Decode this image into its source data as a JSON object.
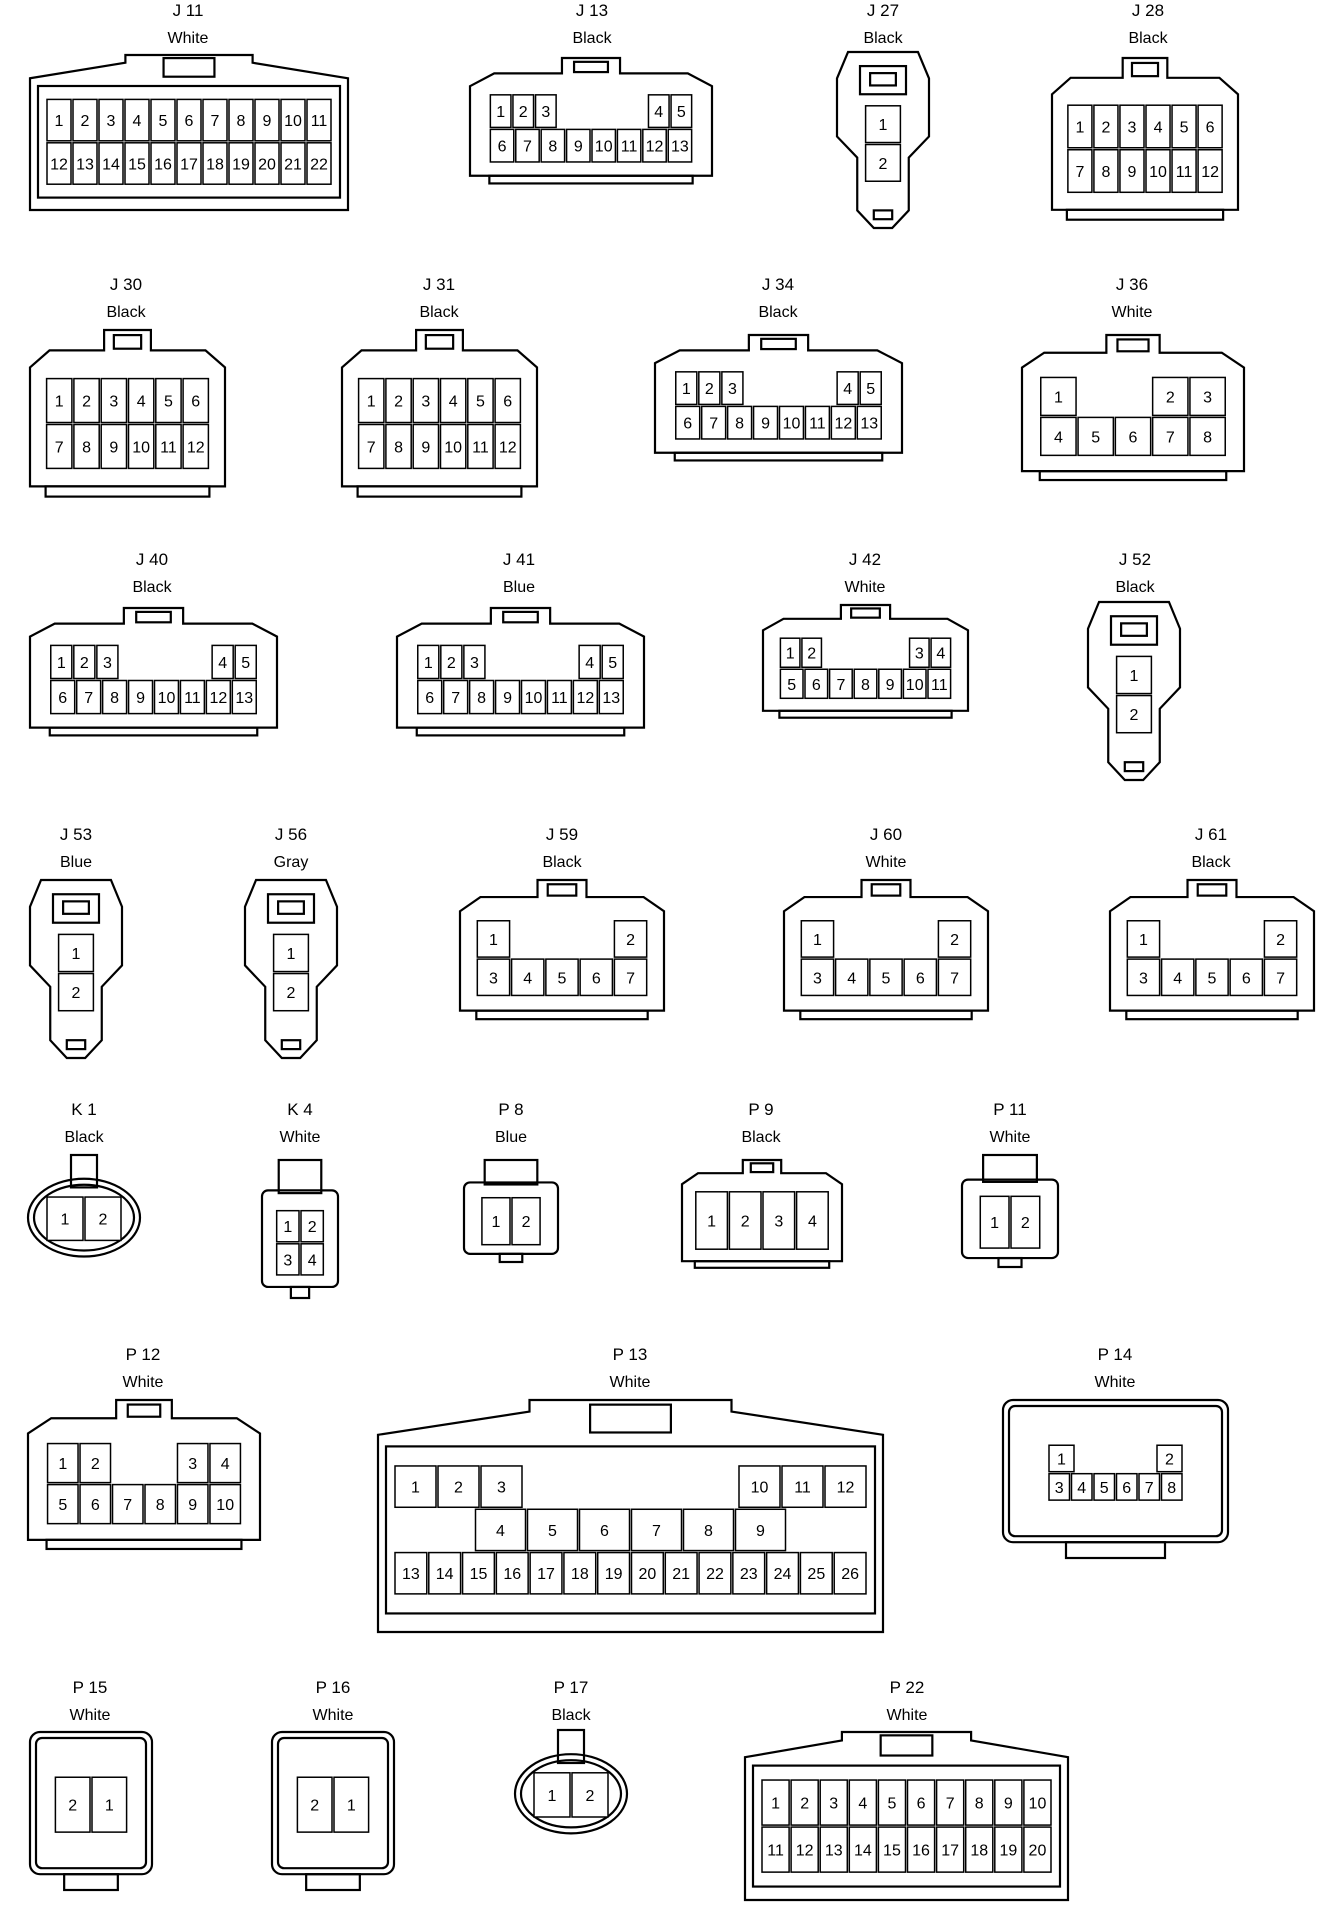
{
  "connectors": [
    {
      "id": "J 11",
      "color": "White",
      "rows": [
        [
          "1",
          "2",
          "3",
          "4",
          "5",
          "6",
          "7",
          "8",
          "9",
          "10",
          "11"
        ],
        [
          "12",
          "13",
          "14",
          "15",
          "16",
          "17",
          "18",
          "19",
          "20",
          "21",
          "22"
        ]
      ]
    },
    {
      "id": "J 13",
      "color": "Black",
      "rows": [
        [
          "1",
          "2",
          "3",
          "",
          "",
          "",
          "",
          "4",
          "5"
        ],
        [
          "6",
          "7",
          "8",
          "9",
          "10",
          "11",
          "12",
          "13"
        ]
      ]
    },
    {
      "id": "J 27",
      "color": "Black",
      "rows": [
        [
          "1"
        ],
        [
          "2"
        ]
      ]
    },
    {
      "id": "J 28",
      "color": "Black",
      "rows": [
        [
          "1",
          "2",
          "3",
          "4",
          "5",
          "6"
        ],
        [
          "7",
          "8",
          "9",
          "10",
          "11",
          "12"
        ]
      ]
    },
    {
      "id": "J 30",
      "color": "Black",
      "rows": [
        [
          "1",
          "2",
          "3",
          "4",
          "5",
          "6"
        ],
        [
          "7",
          "8",
          "9",
          "10",
          "11",
          "12"
        ]
      ]
    },
    {
      "id": "J 31",
      "color": "Black",
      "rows": [
        [
          "1",
          "2",
          "3",
          "4",
          "5",
          "6"
        ],
        [
          "7",
          "8",
          "9",
          "10",
          "11",
          "12"
        ]
      ]
    },
    {
      "id": "J 34",
      "color": "Black",
      "rows": [
        [
          "1",
          "2",
          "3",
          "",
          "",
          "",
          "",
          "4",
          "5"
        ],
        [
          "6",
          "7",
          "8",
          "9",
          "10",
          "11",
          "12",
          "13"
        ]
      ]
    },
    {
      "id": "J 36",
      "color": "White",
      "rows": [
        [
          "1",
          "",
          "",
          "2",
          "3"
        ],
        [
          "4",
          "5",
          "6",
          "7",
          "8"
        ]
      ]
    },
    {
      "id": "J 40",
      "color": "Black",
      "rows": [
        [
          "1",
          "2",
          "3",
          "",
          "",
          "",
          "",
          "4",
          "5"
        ],
        [
          "6",
          "7",
          "8",
          "9",
          "10",
          "11",
          "12",
          "13"
        ]
      ]
    },
    {
      "id": "J 41",
      "color": "Blue",
      "rows": [
        [
          "1",
          "2",
          "3",
          "",
          "",
          "",
          "",
          "4",
          "5"
        ],
        [
          "6",
          "7",
          "8",
          "9",
          "10",
          "11",
          "12",
          "13"
        ]
      ]
    },
    {
      "id": "J 42",
      "color": "White",
      "rows": [
        [
          "1",
          "2",
          "",
          "",
          "",
          "",
          "3",
          "4"
        ],
        [
          "5",
          "6",
          "7",
          "8",
          "9",
          "10",
          "11"
        ]
      ]
    },
    {
      "id": "J 52",
      "color": "Black",
      "rows": [
        [
          "1"
        ],
        [
          "2"
        ]
      ]
    },
    {
      "id": "J 53",
      "color": "Blue",
      "rows": [
        [
          "1"
        ],
        [
          "2"
        ]
      ]
    },
    {
      "id": "J 56",
      "color": "Gray",
      "rows": [
        [
          "1"
        ],
        [
          "2"
        ]
      ]
    },
    {
      "id": "J 59",
      "color": "Black",
      "rows": [
        [
          "1",
          "",
          "",
          "",
          "2"
        ],
        [
          "3",
          "4",
          "5",
          "6",
          "7"
        ]
      ]
    },
    {
      "id": "J 60",
      "color": "White",
      "rows": [
        [
          "1",
          "",
          "",
          "",
          "2"
        ],
        [
          "3",
          "4",
          "5",
          "6",
          "7"
        ]
      ]
    },
    {
      "id": "J 61",
      "color": "Black",
      "rows": [
        [
          "1",
          "",
          "",
          "",
          "2"
        ],
        [
          "3",
          "4",
          "5",
          "6",
          "7"
        ]
      ]
    },
    {
      "id": "K 1",
      "color": "Black",
      "rows": [
        [
          "1",
          "2"
        ]
      ]
    },
    {
      "id": "K 4",
      "color": "White",
      "rows": [
        [
          "1",
          "2"
        ],
        [
          "3",
          "4"
        ]
      ]
    },
    {
      "id": "P 8",
      "color": "Blue",
      "rows": [
        [
          "1",
          "2"
        ]
      ]
    },
    {
      "id": "P 9",
      "color": "Black",
      "rows": [
        [
          "1",
          "2",
          "3",
          "4"
        ]
      ]
    },
    {
      "id": "P 11",
      "color": "White",
      "rows": [
        [
          "1",
          "2"
        ]
      ]
    },
    {
      "id": "P 12",
      "color": "White",
      "rows": [
        [
          "1",
          "2",
          "",
          "",
          "3",
          "4"
        ],
        [
          "5",
          "6",
          "7",
          "8",
          "9",
          "10"
        ]
      ]
    },
    {
      "id": "P 13",
      "color": "White",
      "rows": [
        [
          "1",
          "2",
          "3",
          "",
          "",
          "",
          "",
          "",
          "10",
          "11",
          "12"
        ],
        [
          "4",
          "5",
          "6",
          "7",
          "8",
          "9"
        ],
        [
          "13",
          "14",
          "15",
          "16",
          "17",
          "18",
          "19",
          "20",
          "21",
          "22",
          "23",
          "24",
          "25",
          "26"
        ]
      ]
    },
    {
      "id": "P 14",
      "color": "White",
      "rows": [
        [
          "1",
          "",
          "",
          "",
          "2"
        ],
        [
          "3",
          "4",
          "5",
          "6",
          "7",
          "8"
        ]
      ]
    },
    {
      "id": "P 15",
      "color": "White",
      "rows": [
        [
          "2",
          "1"
        ]
      ]
    },
    {
      "id": "P 16",
      "color": "White",
      "rows": [
        [
          "2",
          "1"
        ]
      ]
    },
    {
      "id": "P 17",
      "color": "Black",
      "rows": [
        [
          "1",
          "2"
        ]
      ]
    },
    {
      "id": "P 22",
      "color": "White",
      "rows": [
        [
          "1",
          "2",
          "3",
          "4",
          "5",
          "6",
          "7",
          "8",
          "9",
          "10"
        ],
        [
          "11",
          "12",
          "13",
          "14",
          "15",
          "16",
          "17",
          "18",
          "19",
          "20"
        ]
      ]
    }
  ]
}
